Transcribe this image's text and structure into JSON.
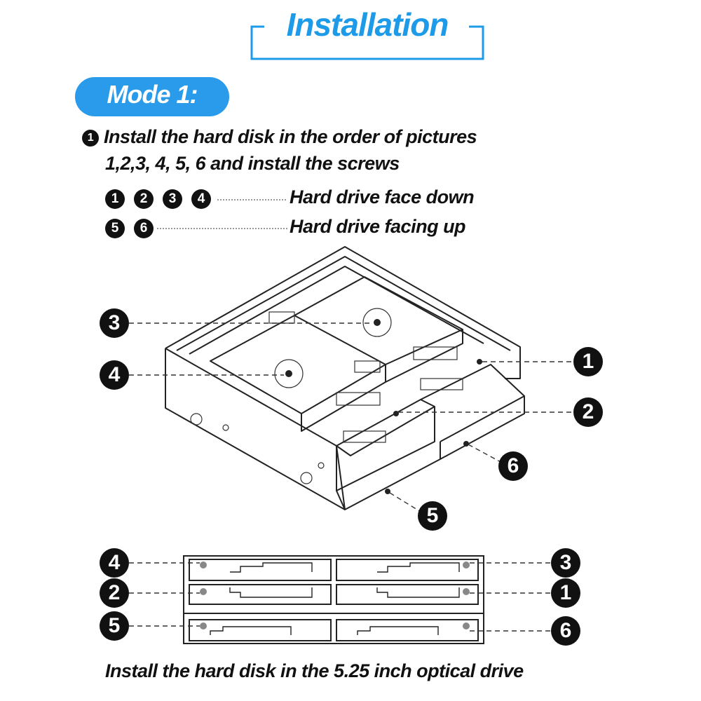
{
  "header": {
    "title": "Installation"
  },
  "mode": {
    "label": "Mode 1:"
  },
  "step": {
    "bullet": "1",
    "line1": "Install the hard disk in the order of pictures",
    "line2": "1,2,3, 4, 5, 6 and install the screws"
  },
  "legend": {
    "face_down": {
      "numbers": [
        "1",
        "2",
        "3",
        "4"
      ],
      "label": "Hard drive face down"
    },
    "face_up": {
      "numbers": [
        "5",
        "6"
      ],
      "label": "Hard drive facing up"
    }
  },
  "callouts_3d": [
    "3",
    "4",
    "1",
    "2",
    "6",
    "5"
  ],
  "callouts_front": [
    "4",
    "3",
    "2",
    "1",
    "5",
    "6"
  ],
  "caption": "Install the hard disk in the 5.25 inch optical drive"
}
